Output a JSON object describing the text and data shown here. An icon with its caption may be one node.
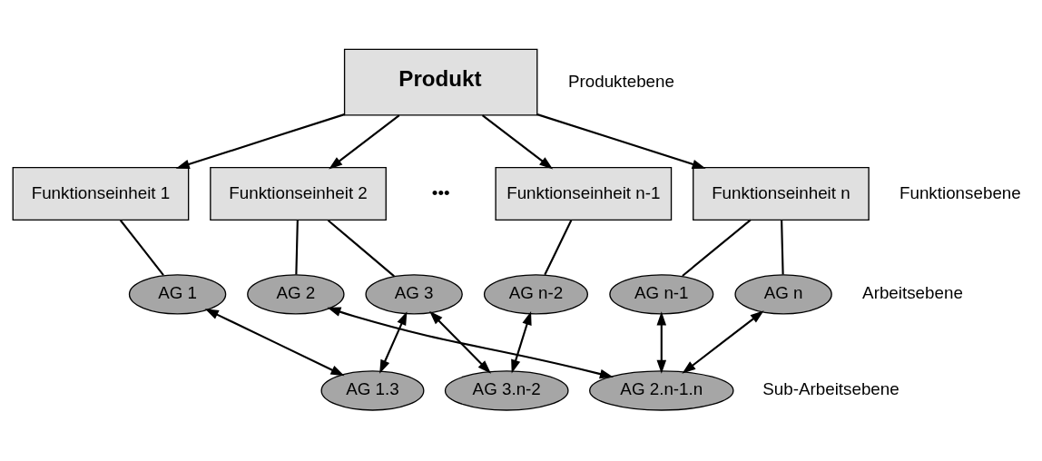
{
  "diagram": {
    "nodes": [
      {
        "text": [
          "Produkt"
        ]
      },
      {
        "text": [
          "Funktionseinheit 1"
        ]
      },
      {
        "text": [
          "Funktionseinheit 2"
        ]
      },
      {
        "text": [
          "Funktionseinheit n-1"
        ]
      },
      {
        "text": [
          "Funktionseinheit n"
        ]
      },
      {
        "text": [
          "AG 1"
        ]
      },
      {
        "text": [
          "AG 2"
        ]
      },
      {
        "text": [
          "AG 3"
        ]
      },
      {
        "text": [
          "AG n-2"
        ]
      },
      {
        "text": [
          "AG n-1"
        ]
      },
      {
        "text": [
          "AG n"
        ]
      },
      {
        "text": [
          "AG 1.3"
        ]
      },
      {
        "text": [
          "AG 3.n-2"
        ]
      },
      {
        "text": [
          "AG 2.n-1.n"
        ]
      }
    ],
    "edges": [
      {
        "from": 0,
        "to": 1,
        "arrow": "to"
      },
      {
        "from": 0,
        "to": 2,
        "arrow": "to"
      },
      {
        "from": 0,
        "to": 3,
        "arrow": "to"
      },
      {
        "from": 0,
        "to": 4,
        "arrow": "to"
      },
      {
        "from": 1,
        "to": 5,
        "arrow": "none"
      },
      {
        "from": 2,
        "to": 6,
        "arrow": "none"
      },
      {
        "from": 2,
        "to": 7,
        "arrow": "none"
      },
      {
        "from": 3,
        "to": 8,
        "arrow": "none"
      },
      {
        "from": 4,
        "to": 9,
        "arrow": "none"
      },
      {
        "from": 4,
        "to": 10,
        "arrow": "none"
      },
      {
        "from": 5,
        "to": 11,
        "arrow": "both"
      },
      {
        "from": 7,
        "to": 11,
        "arrow": "both"
      },
      {
        "from": 7,
        "to": 12,
        "arrow": "both"
      },
      {
        "from": 8,
        "to": 12,
        "arrow": "both"
      },
      {
        "from": 6,
        "to": 13,
        "arrow": "both"
      },
      {
        "from": 9,
        "to": 13,
        "arrow": "both"
      },
      {
        "from": 10,
        "to": 13,
        "arrow": "both"
      }
    ],
    "labels": [
      "Produktebene",
      "•••",
      "Funktionsebene",
      "Arbeitsebene",
      "Sub-Arbeitsebene"
    ]
  }
}
